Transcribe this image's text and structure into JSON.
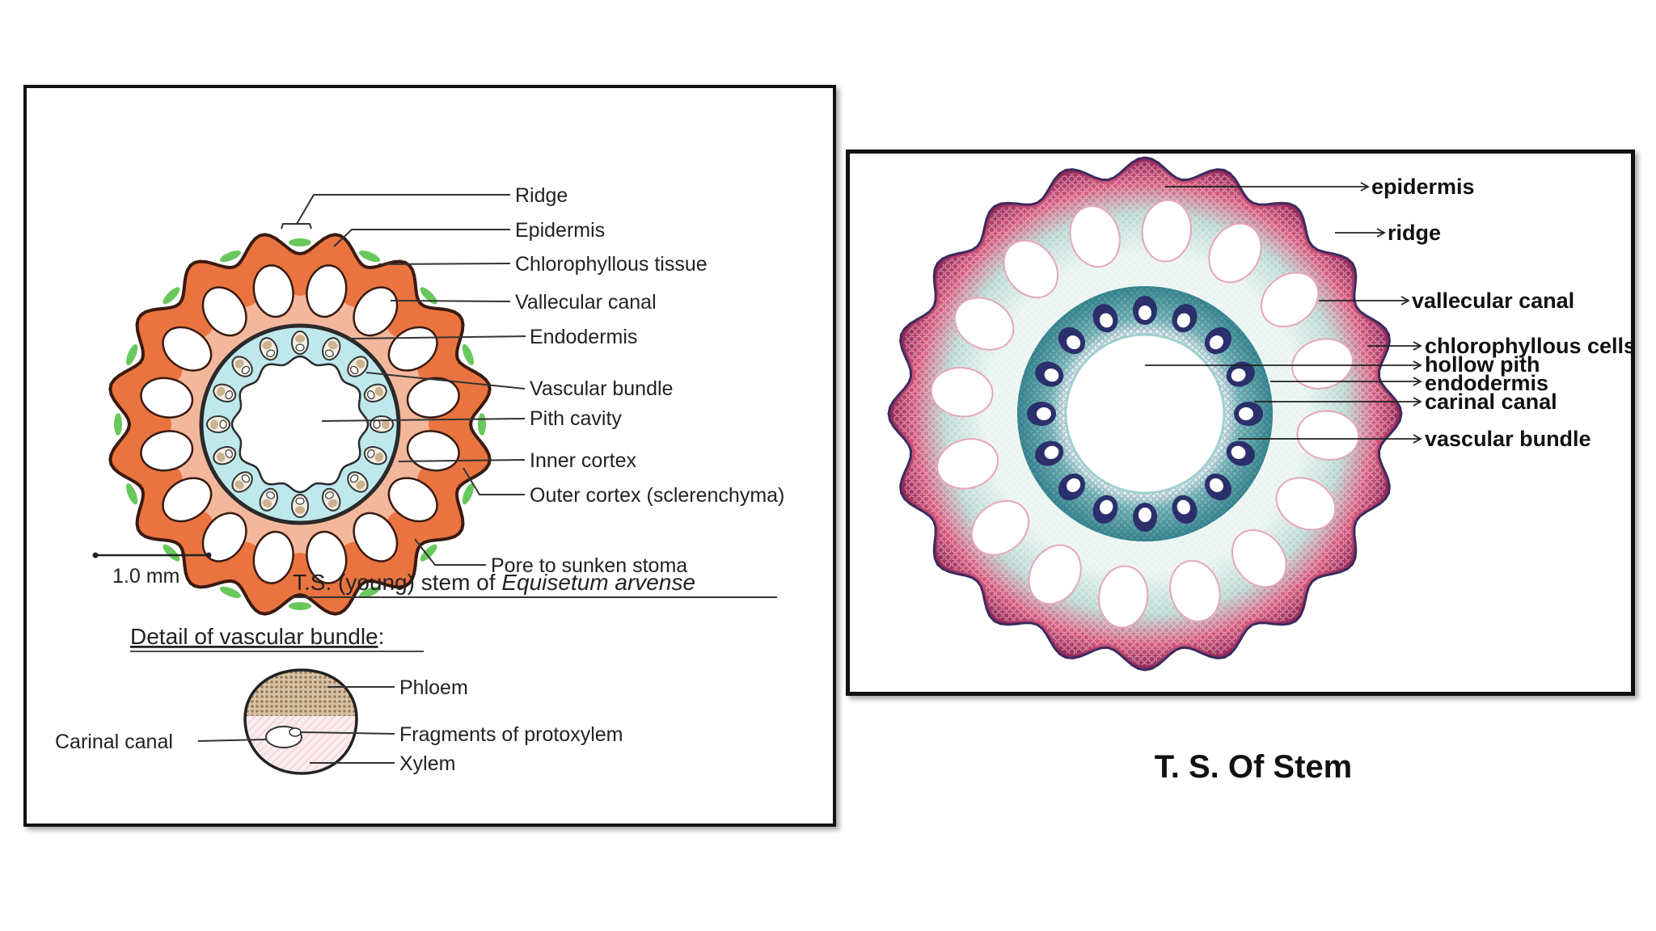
{
  "left_diagram": {
    "labels": {
      "ridge": "Ridge",
      "epidermis": "Epidermis",
      "chlorophyllous_tissue": "Chlorophyllous tissue",
      "vallecular_canal": "Vallecular canal",
      "endodermis": "Endodermis",
      "vascular_bundle": "Vascular bundle",
      "pith_cavity": "Pith cavity",
      "inner_cortex": "Inner cortex",
      "outer_cortex": "Outer cortex (sclerenchyma)",
      "pore": "Pore to sunken stoma"
    },
    "scale_bar": "1.0 mm",
    "caption_prefix": "T.S. (young) stem of ",
    "caption_species": "Equisetum arvense",
    "detail_title": "Detail of vascular bundle",
    "detail_colon": ":",
    "detail_labels": {
      "phloem": "Phloem",
      "protoxylem": "Fragments of protoxylem",
      "xylem": "Xylem",
      "carinal_canal": "Carinal canal"
    }
  },
  "right_diagram": {
    "labels": {
      "epidermis": "epidermis",
      "ridge": "ridge",
      "vallecular_canal": "vallecular canal",
      "chlorophyllous_cells": "chlorophyllous cells",
      "hollow_pith": "hollow pith",
      "endodermis": "endodermis",
      "carinal_canal": "carinal canal",
      "vascular_bundle": "vascular bundle"
    },
    "caption": "T. S. Of Stem"
  },
  "colors": {
    "outer_cortex": "#e9743f",
    "inner_cortex": "#f3b79c",
    "endodermis_ring": "#bfe8ec",
    "chlorophyll": "#59c24a",
    "stain_red": "#d81e4d",
    "stain_teal": "#4fa9a8",
    "stain_navy": "#2b2f6b"
  }
}
